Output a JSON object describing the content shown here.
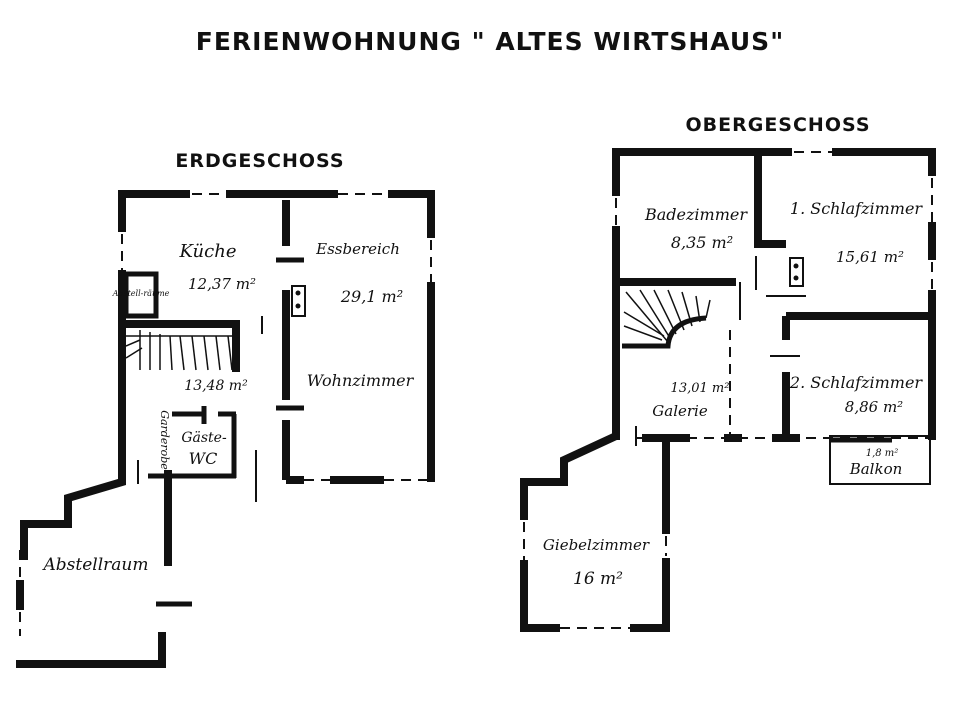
{
  "title": "FERIENWOHNUNG \" ALTES WIRTSHAUS\"",
  "erdgeschoss": {
    "heading": "ERDGESCHOSS",
    "kueche_name": "Küche",
    "kueche_area": "12,37 m²",
    "essbereich_name": "Essbereich",
    "wohnzimmer_area": "29,1 m²",
    "wohnzimmer_name": "Wohnzimmer",
    "abstell_small": "Abstell-räume",
    "flur_area": "13,48 m²",
    "garderobe": "Garderobe",
    "gaeste_wc_1": "Gäste-",
    "gaeste_wc_2": "WC",
    "abstellraum": "Abstellraum"
  },
  "obergeschoss": {
    "heading": "OBERGESCHOSS",
    "bad_name": "Badezimmer",
    "bad_area": "8,35 m²",
    "schlaf1_name": "1. Schlafzimmer",
    "schlaf1_area": "15,61 m²",
    "galerie_area": "13,01 m²",
    "galerie_name": "Galerie",
    "schlaf2_name": "2. Schlafzimmer",
    "schlaf2_area": "8,86 m²",
    "balkon_area": "1,8 m²",
    "balkon_name": "Balkon",
    "giebel_name": "Giebelzimmer",
    "giebel_area": "16 m²"
  }
}
